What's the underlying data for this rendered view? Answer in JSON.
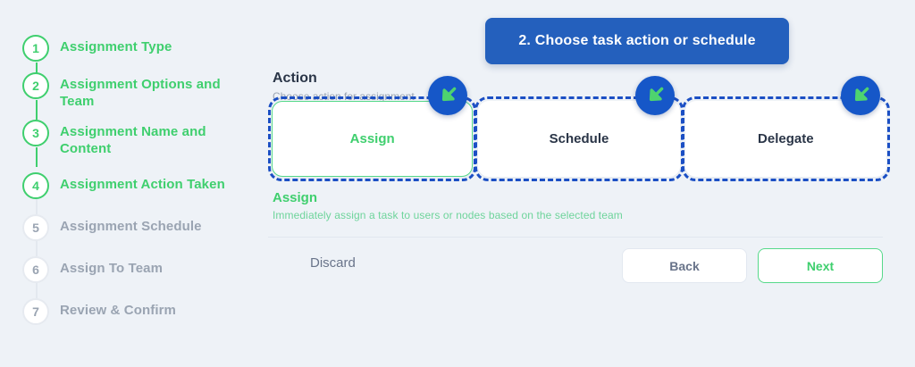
{
  "colors": {
    "background": "#eef2f7",
    "accent_green": "#3fcf6e",
    "accent_blue": "#2460bd",
    "annotation_blue": "#1b4fc4",
    "muted": "#9aa4b2",
    "dark_text": "#2a3547"
  },
  "stepper": {
    "items": [
      {
        "number": "1",
        "label": "Assignment Type",
        "state": "done"
      },
      {
        "number": "2",
        "label": "Assignment Options and Team",
        "state": "done"
      },
      {
        "number": "3",
        "label": "Assignment Name and Content",
        "state": "done"
      },
      {
        "number": "4",
        "label": "Assignment Action Taken",
        "state": "done"
      },
      {
        "number": "5",
        "label": "Assignment Schedule",
        "state": "pending"
      },
      {
        "number": "6",
        "label": "Assign To Team",
        "state": "pending"
      },
      {
        "number": "7",
        "label": "Review & Confirm",
        "state": "pending"
      }
    ]
  },
  "callout": {
    "text": "2. Choose task action or schedule"
  },
  "main": {
    "section_title": "Action",
    "section_subtitle": "Choose action for assignment",
    "options": [
      {
        "label": "Assign",
        "selected": true
      },
      {
        "label": "Schedule",
        "selected": false
      },
      {
        "label": "Delegate",
        "selected": false
      }
    ],
    "selection": {
      "title": "Assign",
      "description": "Immediately assign a task to users or nodes based on the selected team"
    }
  },
  "footer": {
    "discard_label": "Discard",
    "back_label": "Back",
    "next_label": "Next"
  },
  "annotations": {
    "cursor_icon": "arrow-down-left-icon",
    "badges": [
      {
        "name": "cursor-badge-assign"
      },
      {
        "name": "cursor-badge-schedule"
      },
      {
        "name": "cursor-badge-delegate"
      }
    ]
  }
}
